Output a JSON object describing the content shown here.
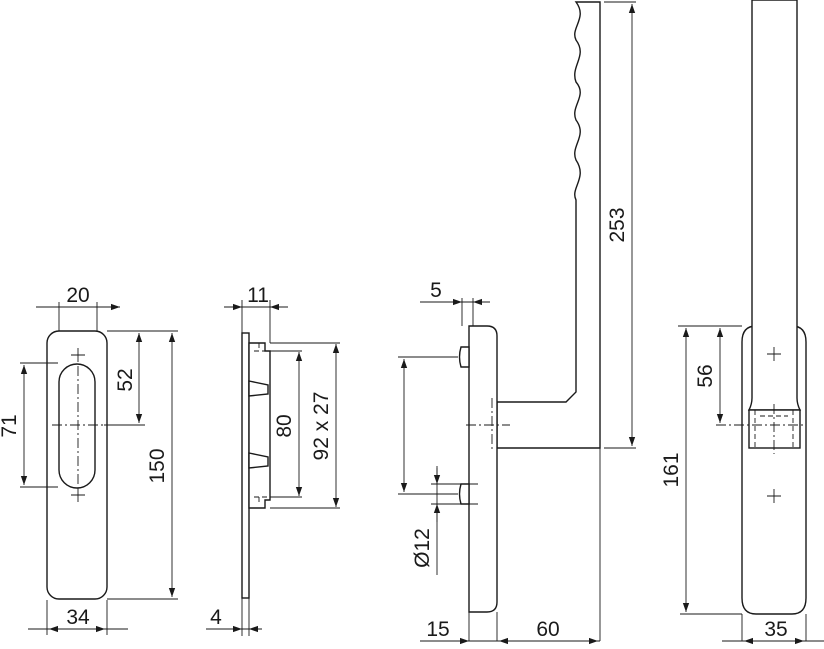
{
  "dimensions": {
    "plate_width_top": "20",
    "plate_slot_length": "52",
    "plate_hole_spacing": "71",
    "plate_height": "150",
    "plate_width": "34",
    "side_depth": "11",
    "side_fixing_spacing": "80",
    "side_lock_spec": "92 x 27",
    "side_plate_thickness": "4",
    "handle_offset_top": "5",
    "handle_lever_length": "253",
    "handle_spindle_diameter": "Ø12",
    "handle_base_depth": "15",
    "handle_projection": "60",
    "rear_centre_height": "56",
    "rear_height": "161",
    "rear_width": "35"
  }
}
